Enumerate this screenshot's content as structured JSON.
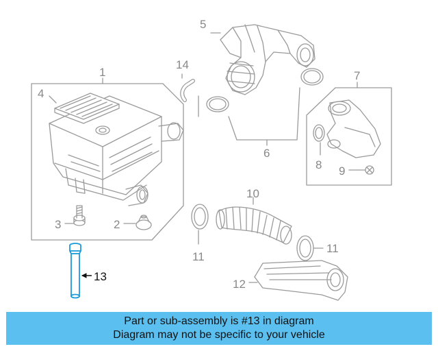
{
  "callouts": {
    "c1": "1",
    "c2": "2",
    "c3": "3",
    "c4": "4",
    "c5": "5",
    "c6": "6",
    "c7": "7",
    "c8": "8",
    "c9": "9",
    "c10": "10",
    "c11a": "11",
    "c11b": "11",
    "c12": "12",
    "c13": "13",
    "c14": "14"
  },
  "highlight_part": "13",
  "caption": {
    "line1": "Part or sub-assembly is #13 in diagram",
    "line2": "Diagram may not be specific to your vehicle"
  },
  "colors": {
    "line_art": "#9a9a9a",
    "highlight": "#1a9ad8",
    "caption_bg": "#5bc0f0"
  }
}
